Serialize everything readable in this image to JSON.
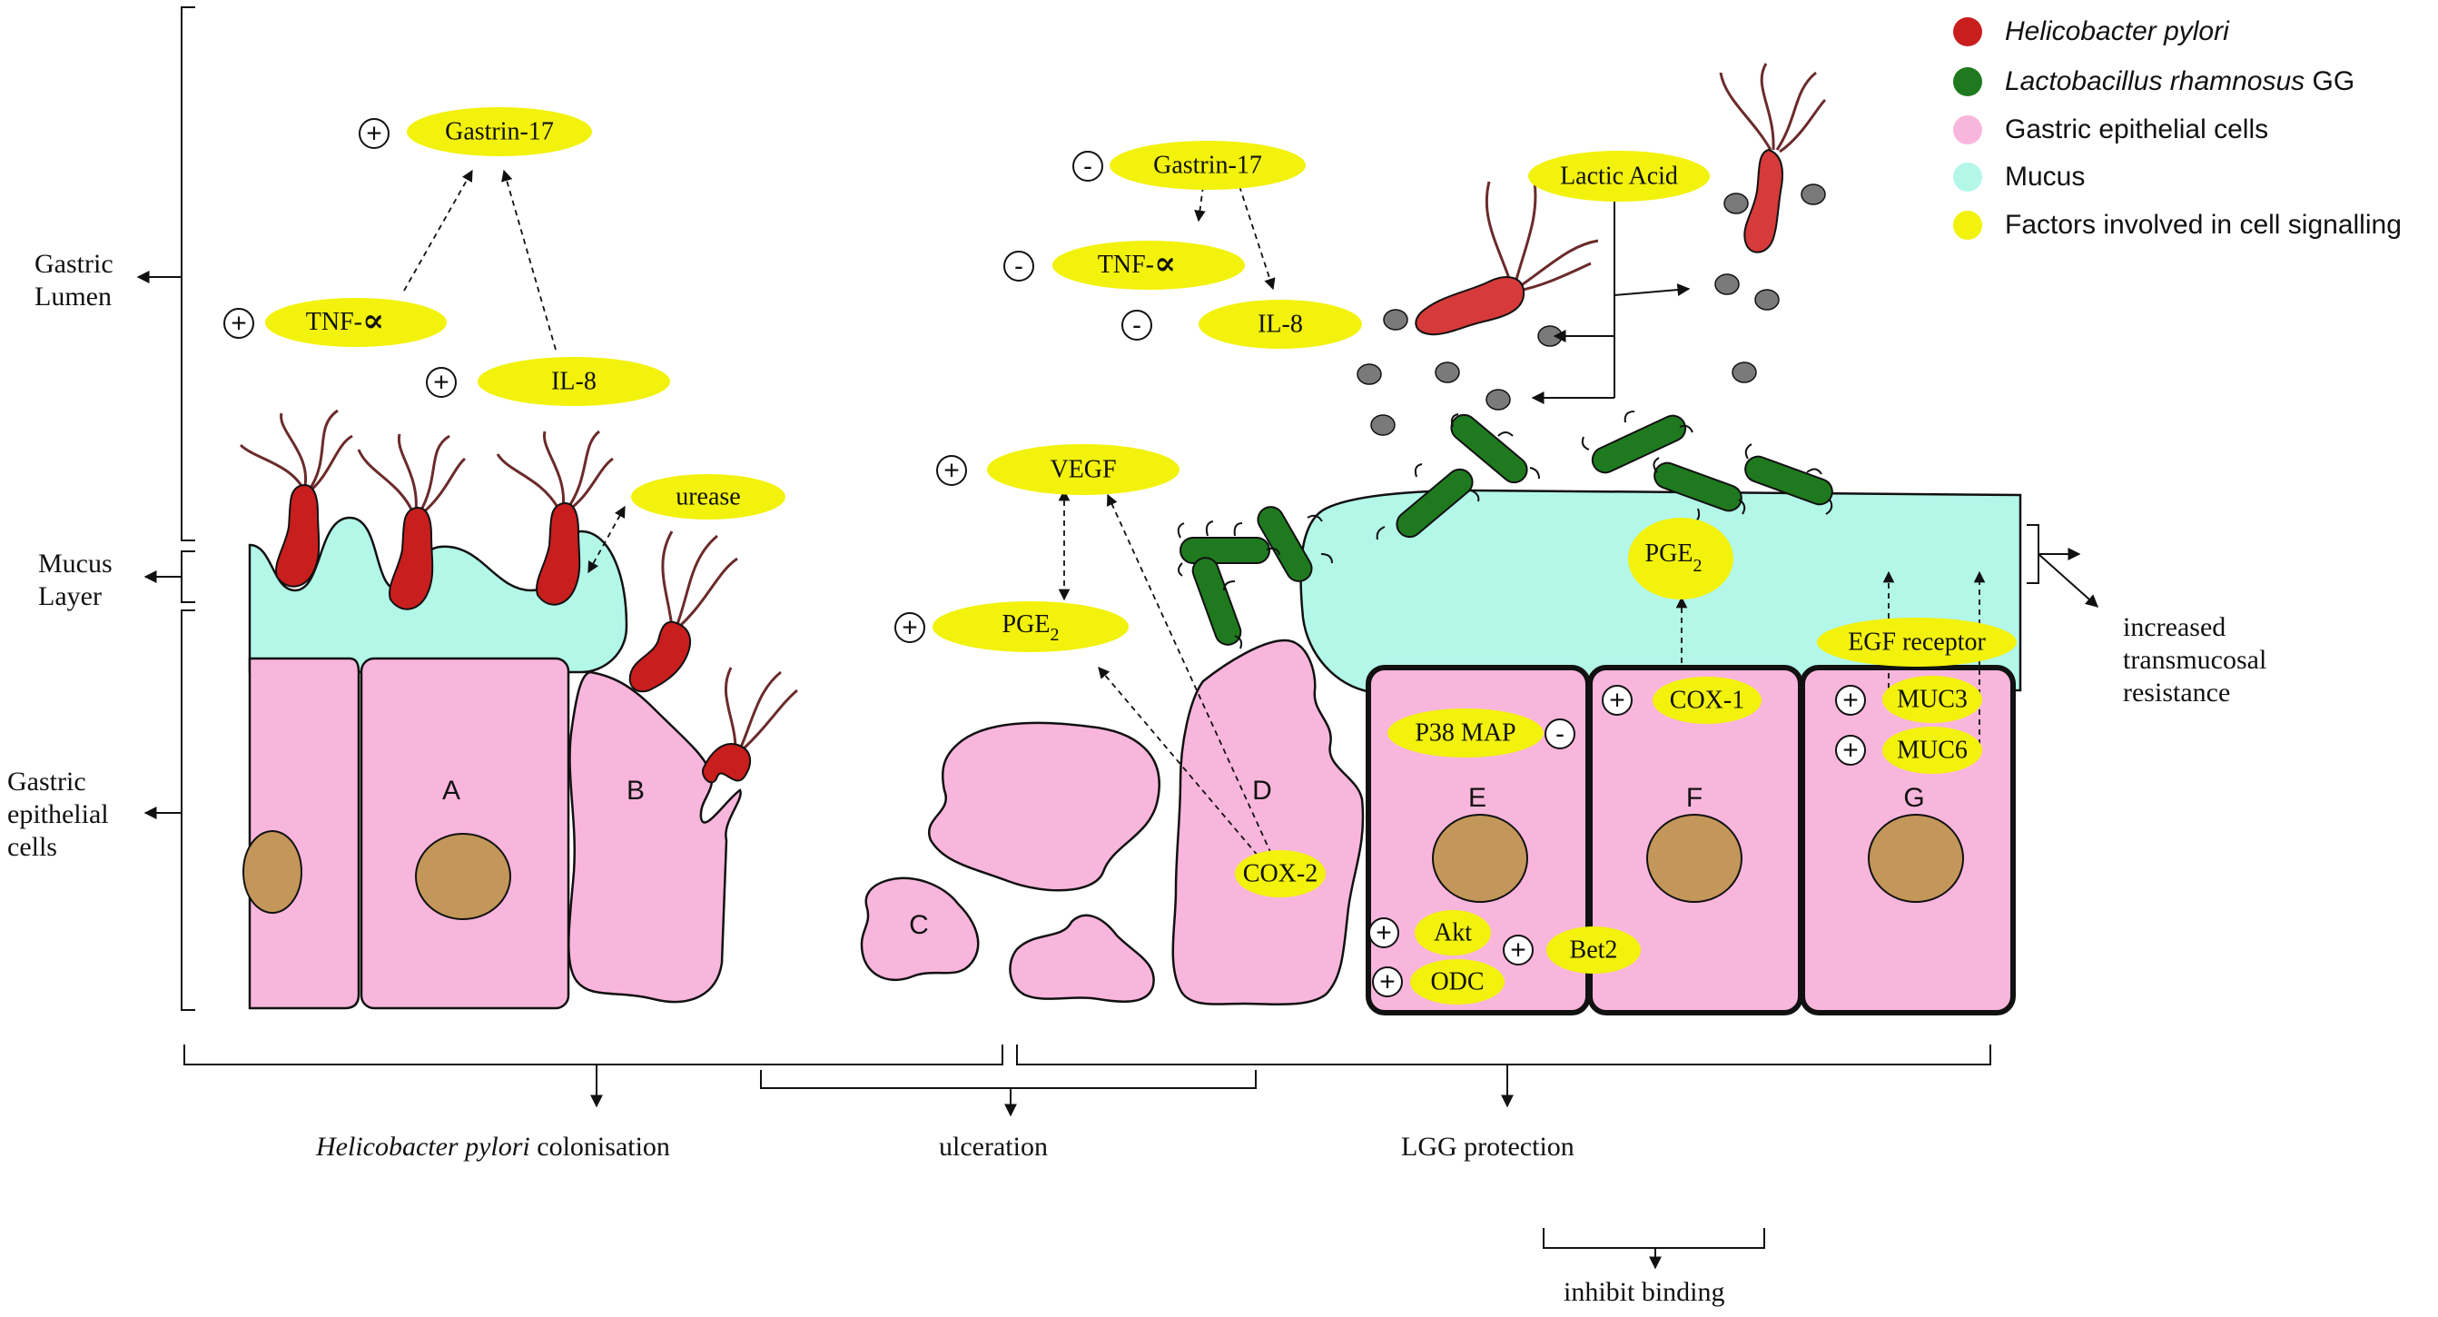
{
  "left_axis": {
    "lumen": [
      "Gastric",
      "Lumen"
    ],
    "mucus": [
      "Mucus",
      "Layer"
    ],
    "epithelial": [
      "Gastric",
      "epithelial",
      "cells"
    ]
  },
  "legend": [
    {
      "label": "Helicobacter pylori",
      "color": "#c81e1e",
      "italic": true
    },
    {
      "label_italic": "Lactobacillus rhamnosus",
      "label_suffix": " GG",
      "color": "#1f7a1f"
    },
    {
      "label": "Gastric epithelial cells",
      "color": "#f9b6dc"
    },
    {
      "label": "Mucus",
      "color": "#b3f7e9"
    },
    {
      "label": "Factors involved in cell signalling",
      "color": "#f2f20d"
    }
  ],
  "cells": {
    "A": "A",
    "B": "B",
    "C": "C",
    "D": "D",
    "E": "E",
    "F": "F",
    "G": "G"
  },
  "signals": {
    "gastrin_left": "Gastrin-17",
    "tnf_left": "TNF-",
    "il8_left": "IL-8",
    "urease": "urease",
    "gastrin_mid": "Gastrin-17",
    "tnf_mid": "TNF-",
    "il8_mid": "IL-8",
    "vegf": "VEGF",
    "pge2_left_base": "PGE",
    "pge2_sub": "2",
    "cox2": "COX-2",
    "lactic_acid": "Lactic Acid",
    "pge2_mucus_base": "PGE",
    "egf_receptor": "EGF receptor",
    "p38": "P38 MAP",
    "cox1": "COX-1",
    "muc3": "MUC3",
    "muc6": "MUC6",
    "akt": "Akt",
    "odc": "ODC",
    "bet2": "Bet2",
    "alpha": "∝"
  },
  "signs": {
    "plus": "+",
    "minus": "-"
  },
  "side_note": [
    "increased",
    "transmucosal",
    "resistance"
  ],
  "stages": {
    "hp_italic": "Helicobacter pylori",
    "hp_suffix": " colonisation",
    "ulceration": "ulceration",
    "lgg": "LGG protection",
    "inhibit": "inhibit binding"
  },
  "colors": {
    "hp": "#c81e1e",
    "lgg": "#1f7a1f",
    "epithelial": "#f9b6dc",
    "mucus": "#b3f7e9",
    "signal": "#f2f20d",
    "nucleus": "#c3965a",
    "particle": "#7a7a7a"
  }
}
